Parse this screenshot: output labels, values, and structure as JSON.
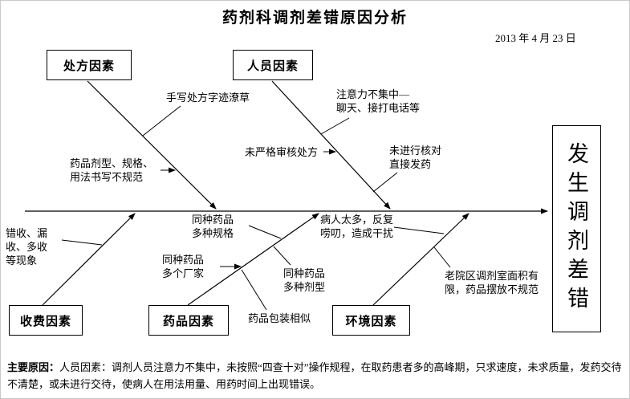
{
  "title": "药剂科调剂差错原因分析",
  "date": "2013 年 4 月 23 日",
  "effect": "发生调剂差错",
  "colors": {
    "line": "#000000",
    "text": "#000000",
    "background": "#ffffff"
  },
  "categories": {
    "prescription": "处方因素",
    "personnel": "人员因素",
    "charging": "收费因素",
    "drug": "药品因素",
    "environment": "环境因素"
  },
  "causes": {
    "handwriting": "手写处方字迹潦草",
    "writing_nonstandard": "药品剂型、规格、\n用法书写不规范",
    "inattention": "注意力不集中—\n聊天、接打电话等",
    "no_review": "未严格审核处方",
    "no_check": "未进行核对\n直接发药",
    "charge_errors": "错收、漏\n收、多收\n等现象",
    "same_drug_specs": "同种药品\n多种规格",
    "same_drug_makers": "同种药品\n多个厂家",
    "same_drug_forms": "同种药品\n多种剂型",
    "similar_packaging": "药品包装相似",
    "patients_noise": "病人太多，反复\n唠叨，造成干扰",
    "limited_space": "老院区调剂室面积有\n限，药品摆放不规范"
  },
  "footer": {
    "lead": "主要原因：",
    "body": "人员因素：调剂人员注意力不集中，未按照“四查十对”操作规程，在取药患者多的高峰期，只求速度，未求质量，发药交待不清楚，或未进行交待，使病人在用法用量、用药时间上出现错误。"
  }
}
